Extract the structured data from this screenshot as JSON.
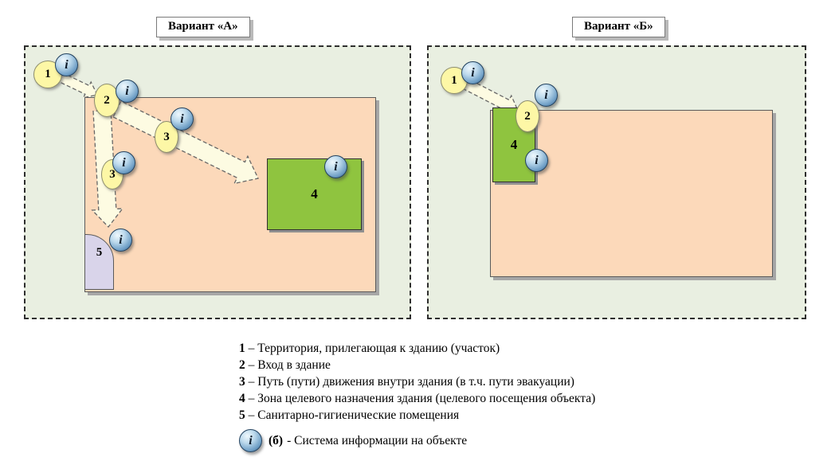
{
  "titles": {
    "variant_a": "Вариант «А»",
    "variant_b": "Вариант «Б»"
  },
  "markers": {
    "n1": "1",
    "n2": "2",
    "n3": "3",
    "n4": "4",
    "n5": "5"
  },
  "icons": {
    "info_glyph": "i"
  },
  "legend": {
    "items": [
      {
        "num": "1",
        "text": " – Территория, прилегающая к зданию (участок)"
      },
      {
        "num": "2",
        "text": " – Вход в здание"
      },
      {
        "num": "3",
        "text": " – Путь (пути) движения внутри здания (в т.ч. пути эвакуации)"
      },
      {
        "num": "4",
        "text": " – Зона целевого назначения здания (целевого посещения объекта)"
      },
      {
        "num": "5",
        "text": " – Санитарно-гигиенические помещения"
      }
    ],
    "info": {
      "prefix": "(б)",
      "text": "- Система информации на объекте"
    }
  },
  "colors": {
    "panel_bg": "#e9efe1",
    "building_fill": "#fcd9ba",
    "zone_fill": "#8fc43f",
    "sanitary_fill": "#d9d4ea",
    "marker_fill": "#fdf7a6",
    "arrow_fill": "#fdfbe2",
    "icon_sphere": "#6f9fc6"
  }
}
